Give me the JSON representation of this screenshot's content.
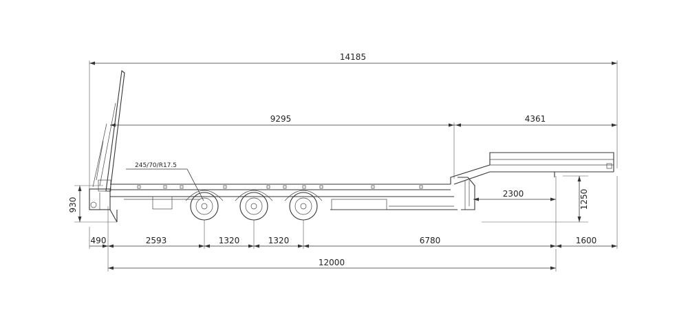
{
  "dimensions": {
    "overall_length": "14185",
    "deck_length": "9295",
    "gooseneck_length": "4361",
    "tire_spec": "245/70/R17.5",
    "kingpin_offset": "2300",
    "gooseneck_height": "1250",
    "deck_height": "930",
    "rear_overhang": "490",
    "rear_to_axle1": "2593",
    "axle_spacing_1": "1320",
    "axle_spacing_2": "1320",
    "axle_to_kingpin": "6780",
    "front_overhang": "1600",
    "wheelbase_total": "12000"
  }
}
